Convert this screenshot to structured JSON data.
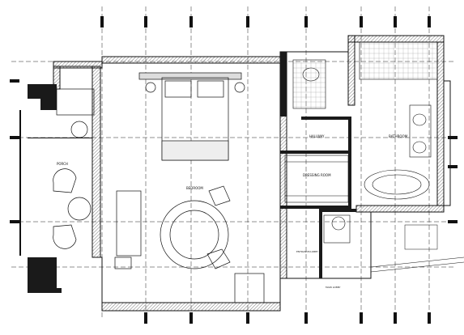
{
  "plan": {
    "room_labels": {
      "bedroom": "BEDROOM",
      "porch": "PORCH",
      "hallway": "HALLWAY",
      "dressing_room": "DRESSING ROOM",
      "bathroom": "BATHROOM",
      "entrance_lobby": "ENTRANCE/LOBBY",
      "main_lobby": "MAIN LOBBY"
    },
    "colors": {
      "wall_fill": "#1a1a1a",
      "line": "#111111",
      "hatch": "#666666",
      "grid_dash": "#222222",
      "background": "#ffffff"
    }
  }
}
